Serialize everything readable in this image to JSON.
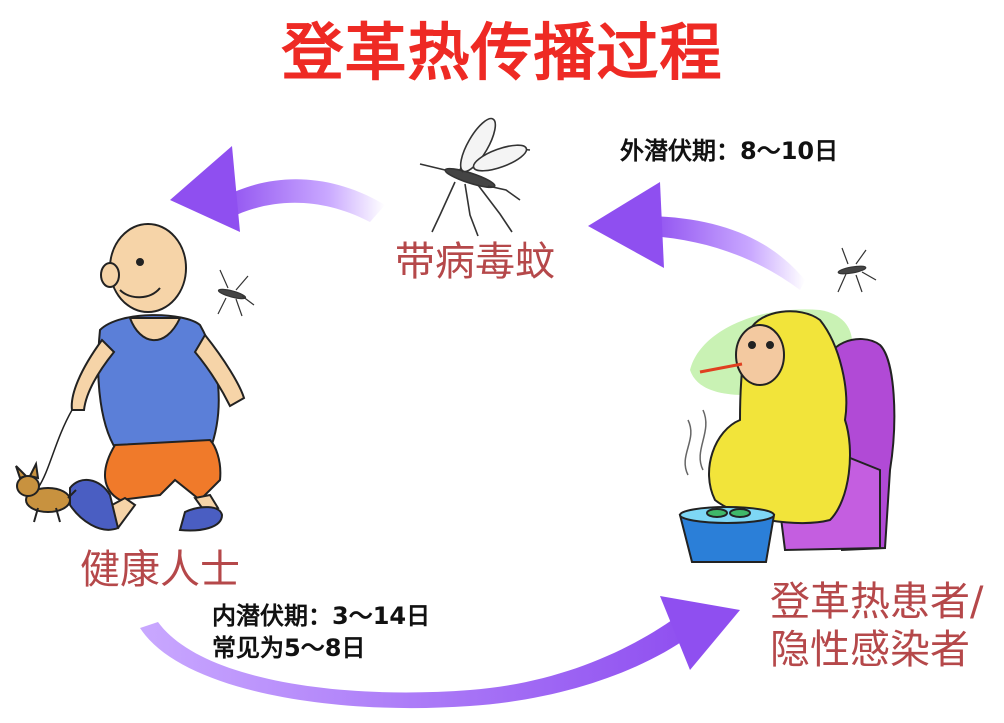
{
  "title": "登革热传播过程",
  "nodes": {
    "mosquito": "带病毒蚊",
    "healthy": "健康人士",
    "patient_line1": "登革热患者/",
    "patient_line2": "隐性感染者"
  },
  "periods": {
    "external": "外潜伏期：8～10日",
    "internal_line1": "内潜伏期：3～14日",
    "internal_line2": "常见为5～8日"
  },
  "colors": {
    "title": "#ee2a24",
    "node_label": "#b5484a",
    "arrow": "#8f4ff0",
    "arrow_light": "#c9a8ff"
  }
}
